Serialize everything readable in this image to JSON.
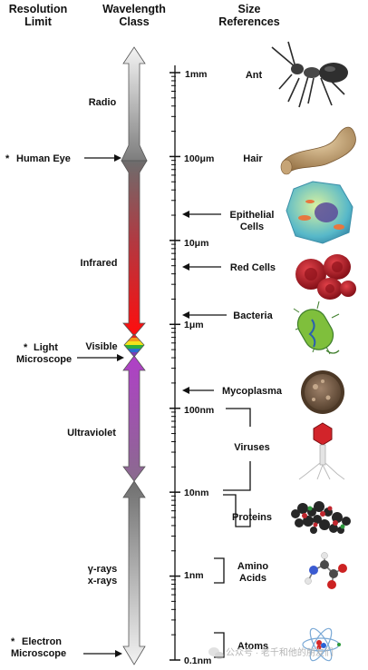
{
  "headers": {
    "resolution": [
      "Resolution",
      "Limit"
    ],
    "wavelength": [
      "Wavelength",
      "Class"
    ],
    "size": [
      "Size",
      "References"
    ]
  },
  "resolution_limits": [
    {
      "marker": "*",
      "lines": [
        "Human Eye"
      ]
    },
    {
      "marker": "*",
      "lines": [
        "Light",
        "Microscope"
      ]
    },
    {
      "marker": "*",
      "lines": [
        "Electron",
        "Microscope"
      ]
    }
  ],
  "wavelength_classes": [
    "Radio",
    "Infrared",
    "Visible",
    "Ultraviolet",
    "γ-rays",
    "x-rays"
  ],
  "scale_ticks": [
    "1mm",
    "100μm",
    "10μm",
    "1μm",
    "100nm",
    "10nm",
    "1nm",
    "0.1nm"
  ],
  "size_references": {
    "ant": [
      "Ant"
    ],
    "hair": [
      "Hair"
    ],
    "epithelial": [
      "Epithelial",
      "Cells"
    ],
    "red_cells": [
      "Red Cells"
    ],
    "bacteria": [
      "Bacteria"
    ],
    "mycoplasma": [
      "Mycoplasma"
    ],
    "viruses": [
      "Viruses"
    ],
    "proteins": [
      "Proteins"
    ],
    "amino_acids": [
      "Amino",
      "Acids"
    ],
    "atoms": [
      "Atoms"
    ]
  },
  "watermark": "公众号 · 老千和他的朋友们",
  "icons": [
    "ant-icon",
    "hair-icon",
    "epithelial-cell-icon",
    "red-blood-cells-icon",
    "bacteria-icon",
    "mycoplasma-icon",
    "virus-icon",
    "protein-icon",
    "amino-acid-icon",
    "atom-icon",
    "wechat-icon"
  ],
  "colors": {
    "radio": "#9a9a9a",
    "infrared": "#e8121b",
    "ultraviolet": "#a24fb0",
    "gamma": "#8c8c8c"
  }
}
